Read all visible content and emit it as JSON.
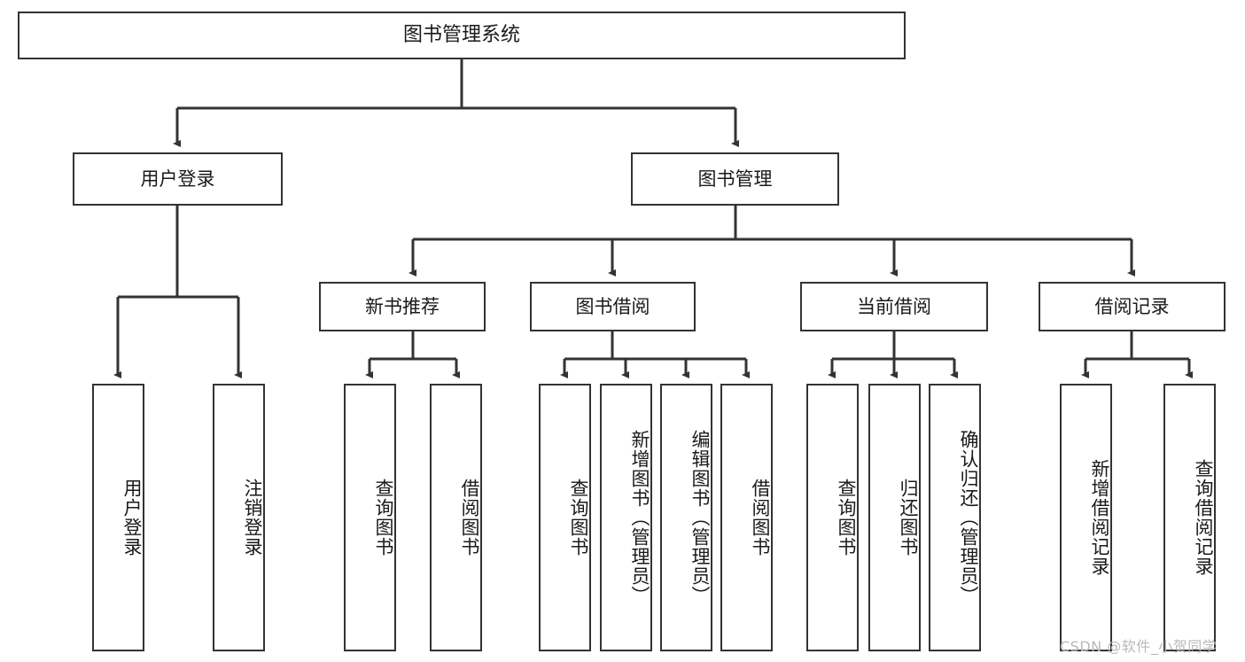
{
  "diagram": {
    "type": "tree",
    "title": "图书管理系统",
    "root": {
      "label": "图书管理系统"
    },
    "level1": [
      {
        "label": "用户登录"
      },
      {
        "label": "图书管理"
      }
    ],
    "level2": [
      {
        "label": "新书推荐"
      },
      {
        "label": "图书借阅"
      },
      {
        "label": "当前借阅"
      },
      {
        "label": "借阅记录"
      }
    ],
    "leaves": {
      "user_login": [
        {
          "label": "用户登录"
        },
        {
          "label": "注销登录"
        }
      ],
      "new_book_recommend": [
        {
          "label": "查询图书"
        },
        {
          "label": "借阅图书"
        }
      ],
      "book_borrow": [
        {
          "label": "查询图书"
        },
        {
          "label": "新增图书（管理员）"
        },
        {
          "label": "编辑图书（管理员）"
        },
        {
          "label": "借阅图书"
        }
      ],
      "current_borrow": [
        {
          "label": "查询图书"
        },
        {
          "label": "归还图书"
        },
        {
          "label": "确认归还（管理员）"
        }
      ],
      "borrow_record": [
        {
          "label": "新增借阅记录"
        },
        {
          "label": "查询借阅记录"
        }
      ]
    },
    "watermark": "CSDN @软件_小贺同学",
    "colors": {
      "stroke": "#333333",
      "fill": "#ffffff",
      "text": "#1a1a1a",
      "watermark": "#b9b9b9"
    }
  }
}
